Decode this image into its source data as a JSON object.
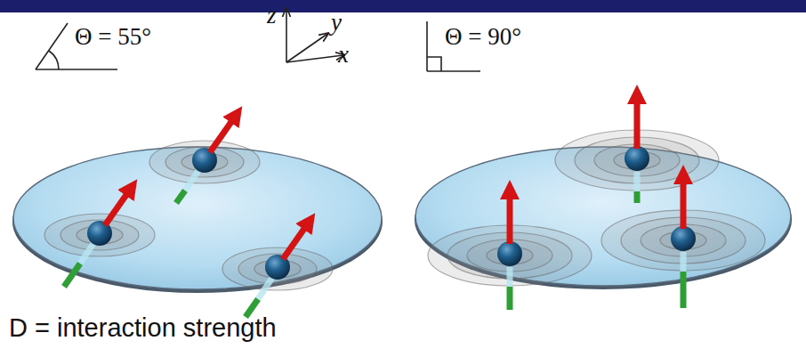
{
  "diagram": {
    "labels": [
      "Θ = 55°",
      "z",
      "y",
      "x",
      "Θ = 90°",
      "D = interaction strength"
    ]
  }
}
